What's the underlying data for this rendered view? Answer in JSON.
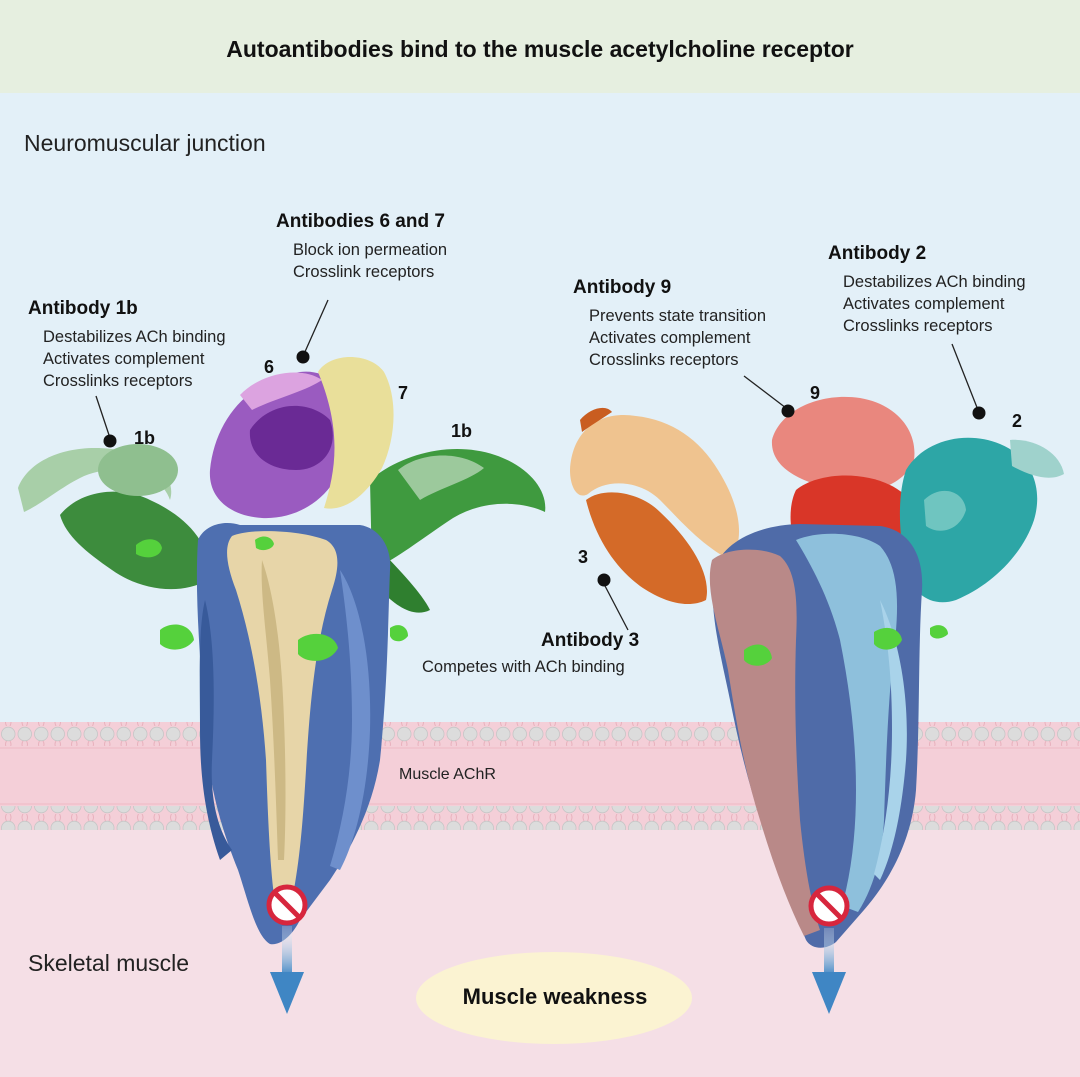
{
  "title": "Autoantibodies bind to the muscle acetylcholine receptor",
  "regions": {
    "top": "Neuromuscular junction",
    "bottom": "Skeletal muscle",
    "membrane": "Muscle AChR"
  },
  "outcome": "Muscle weakness",
  "antibodies": [
    {
      "id": "ab1b",
      "heading": "Antibody 1b",
      "lines": [
        "Destabilizes ACh binding",
        "Activates complement",
        "Crosslinks receptors"
      ]
    },
    {
      "id": "ab67",
      "heading": "Antibodies 6 and 7",
      "lines": [
        "Block ion permeation",
        "Crosslink receptors"
      ]
    },
    {
      "id": "ab9",
      "heading": "Antibody 9",
      "lines": [
        "Prevents state transition",
        "Activates complement",
        "Crosslinks receptors"
      ]
    },
    {
      "id": "ab2",
      "heading": "Antibody 2",
      "lines": [
        "Destabilizes ACh binding",
        "Activates complement",
        "Crosslinks receptors"
      ]
    },
    {
      "id": "ab3",
      "heading": "Antibody 3",
      "lines": [
        "Competes with ACh binding"
      ]
    }
  ],
  "site_labels": {
    "s6": "6",
    "s7": "7",
    "s1b_left": "1b",
    "s1b_right": "1b",
    "s9": "9",
    "s2": "2",
    "s3": "3"
  },
  "colors": {
    "header_bg": "#e6efe0",
    "junction_bg": "#e3f0f8",
    "muscle_bg": "#f5dfe6",
    "membrane_band": "#f4cdd6",
    "lipid_head": "#d9d9d9",
    "receptor_blue": "#4e6fb0",
    "receptor_tan": "#e5d3a5",
    "receptor_light_blue": "#8fbfdc",
    "receptor_mauve": "#b8898a",
    "ab1b_dark_green": "#3a8a3a",
    "ab1b_light_green": "#9bc49b",
    "ab6_purple": "#8a3fb0",
    "ab6_lilac": "#d49ad8",
    "ab7_yellow": "#e8dd95",
    "ab9_red": "#d8392a",
    "ab9_salmon": "#e98a80",
    "ab2_teal": "#2fa8a8",
    "ab3_orange": "#d76a2a",
    "ab3_peach": "#efc390",
    "ligand_green": "#53d13a",
    "outcome_ellipse": "#fbf3d2",
    "arrow_blue": "#4a90c8",
    "block_red": "#d7263d"
  },
  "icons": [
    "no-entry-icon",
    "down-arrow-icon"
  ]
}
